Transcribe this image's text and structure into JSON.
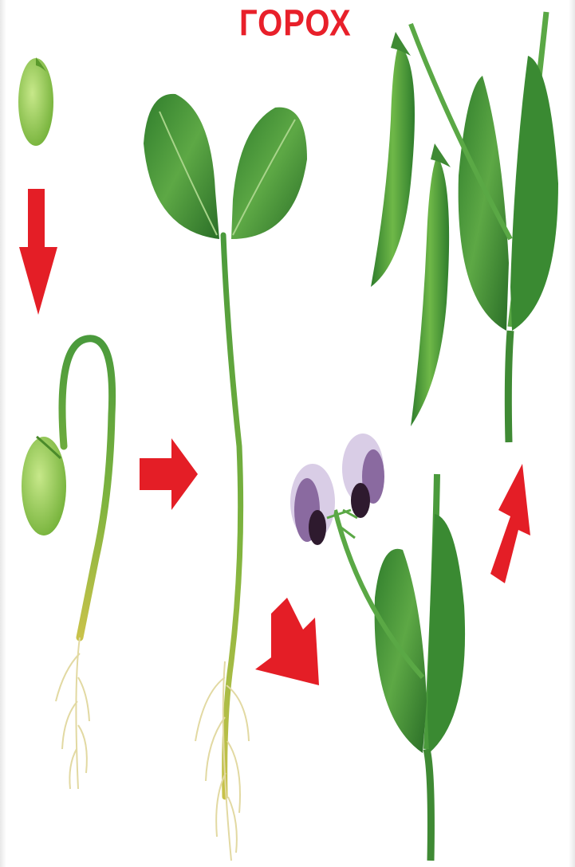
{
  "title": "ГОРОХ",
  "colors": {
    "title": "#e8202a",
    "arrow": "#e41e26",
    "leaf_dark": "#2f7d2c",
    "leaf_mid": "#4a9a3c",
    "leaf_light": "#7cbf5a",
    "pea": "#8cc94a",
    "stem_yellow": "#c9c24a",
    "root": "#e2d9a2",
    "flower_purple": "#8a6aa0",
    "flower_light": "#d9cde6",
    "flower_dark": "#2e1a2e"
  },
  "stages": [
    {
      "id": "seed",
      "icon": "pea-seed-icon"
    },
    {
      "id": "germination",
      "icon": "germinating-seed-icon"
    },
    {
      "id": "seedling",
      "icon": "seedling-icon"
    },
    {
      "id": "flowering",
      "icon": "pea-flower-icon"
    },
    {
      "id": "pods",
      "icon": "pea-pod-icon"
    }
  ]
}
